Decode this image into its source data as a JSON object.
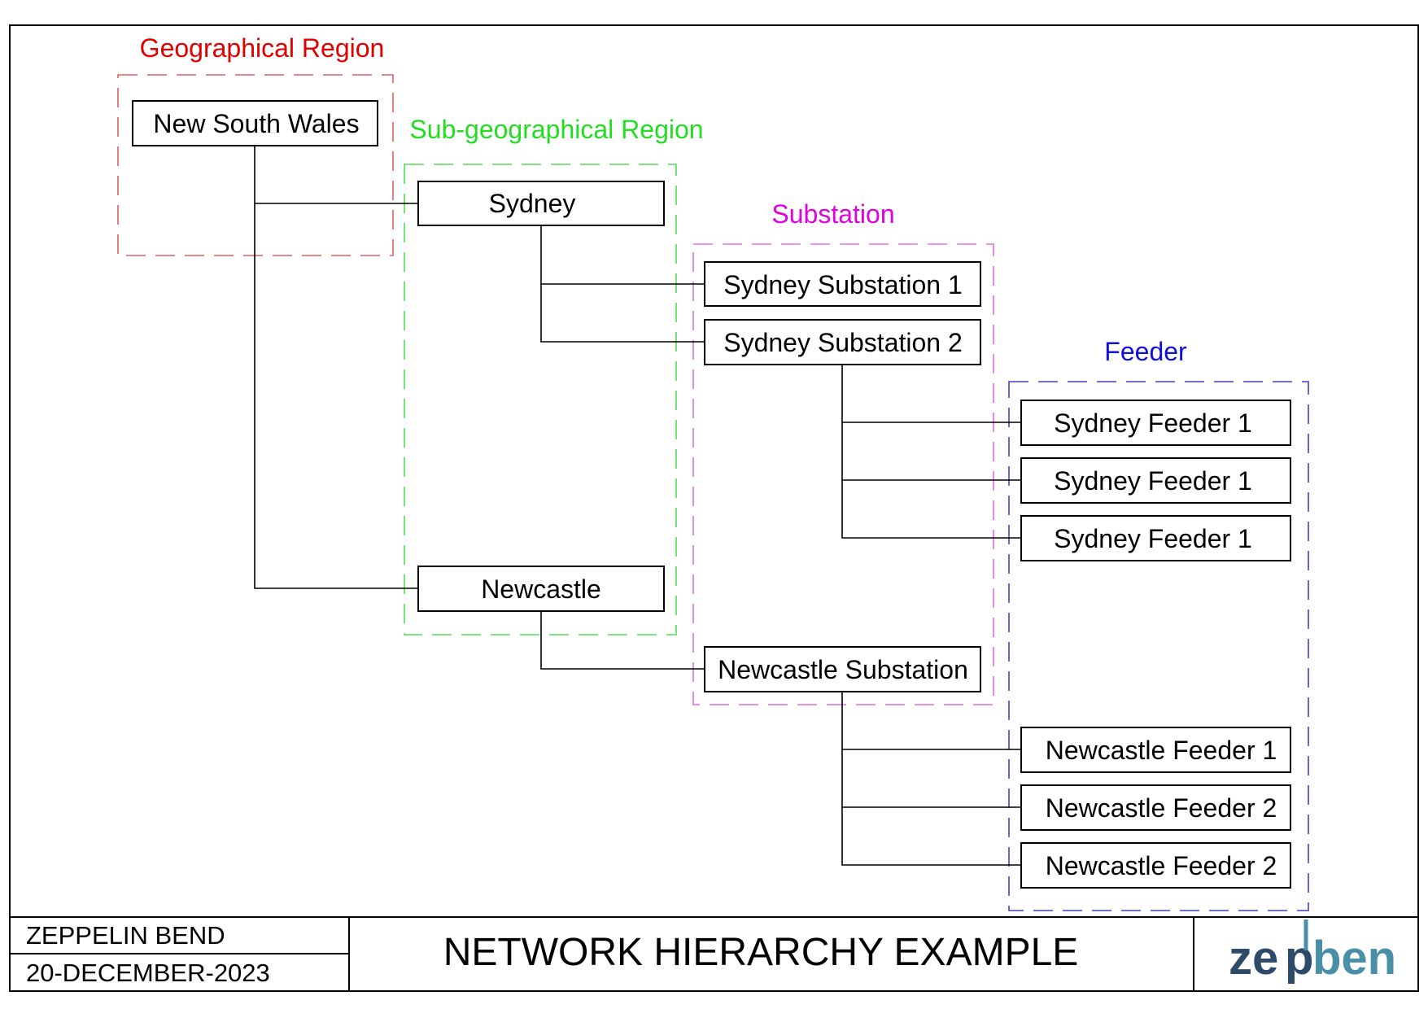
{
  "groups": {
    "geographical_region": {
      "label": "Geographical Region",
      "color": "#e00000",
      "frame_color": "#e06060"
    },
    "sub_geographical_region": {
      "label": "Sub-geographical Region",
      "color": "#22dd22",
      "frame_color": "#55dd55"
    },
    "substation": {
      "label": "Substation",
      "color": "#e000e0",
      "frame_color": "#e070e0"
    },
    "feeder": {
      "label": "Feeder",
      "color": "#1010dd",
      "frame_color": "#4040c0"
    }
  },
  "nodes": {
    "nsw": "New South Wales",
    "sydney": "Sydney",
    "newcastle": "Newcastle",
    "sydney_substation_1": "Sydney Substation 1",
    "sydney_substation_2": "Sydney Substation 2",
    "newcastle_substation": "Newcastle Substation",
    "sydney_feeder_a": "Sydney Feeder 1",
    "sydney_feeder_b": "Sydney Feeder 1",
    "sydney_feeder_c": "Sydney Feeder 1",
    "newcastle_feeder_1": "Newcastle Feeder 1",
    "newcastle_feeder_2a": "Newcastle Feeder 2",
    "newcastle_feeder_2b": "Newcastle Feeder 2"
  },
  "title_block": {
    "company": "ZEPPELIN BEND",
    "date": "20-DECEMBER-2023",
    "title": "NETWORK HIERARCHY EXAMPLE",
    "logo_text": "zepben",
    "logo_colors": {
      "dark": "#2e4a6b",
      "light": "#4a8fa8"
    }
  }
}
